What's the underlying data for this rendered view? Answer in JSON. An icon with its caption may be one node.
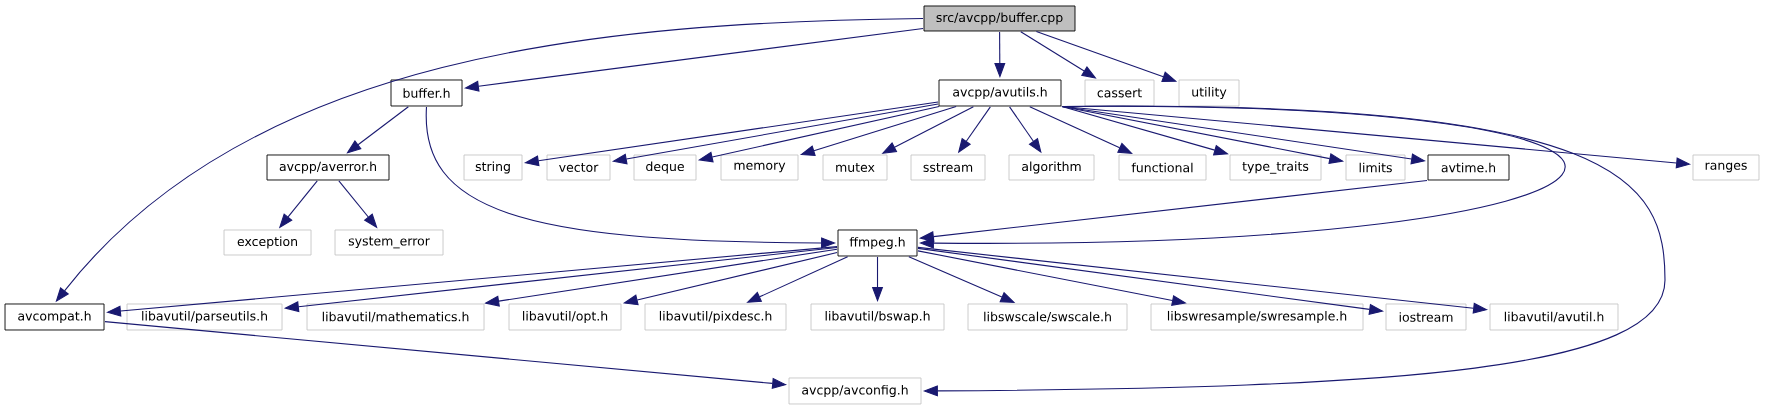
{
  "diagram": {
    "nodes": [
      {
        "text": [
          "src/avcpp/buffer.cpp"
        ]
      },
      {
        "text": [
          "buffer.h"
        ]
      },
      {
        "text": [
          "avcpp/avutils.h"
        ]
      },
      {
        "text": [
          "cassert"
        ]
      },
      {
        "text": [
          "utility"
        ]
      },
      {
        "text": [
          "avcpp/averror.h"
        ]
      },
      {
        "text": [
          "string"
        ]
      },
      {
        "text": [
          "vector"
        ]
      },
      {
        "text": [
          "deque"
        ]
      },
      {
        "text": [
          "memory"
        ]
      },
      {
        "text": [
          "mutex"
        ]
      },
      {
        "text": [
          "sstream"
        ]
      },
      {
        "text": [
          "algorithm"
        ]
      },
      {
        "text": [
          "functional"
        ]
      },
      {
        "text": [
          "type_traits"
        ]
      },
      {
        "text": [
          "limits"
        ]
      },
      {
        "text": [
          "avtime.h"
        ]
      },
      {
        "text": [
          "ranges"
        ]
      },
      {
        "text": [
          "exception"
        ]
      },
      {
        "text": [
          "system_error"
        ]
      },
      {
        "text": [
          "ffmpeg.h"
        ]
      },
      {
        "text": [
          "avcompat.h"
        ]
      },
      {
        "text": [
          "libavutil/parseutils.h"
        ]
      },
      {
        "text": [
          "libavutil/mathematics.h"
        ]
      },
      {
        "text": [
          "libavutil/opt.h"
        ]
      },
      {
        "text": [
          "libavutil/pixdesc.h"
        ]
      },
      {
        "text": [
          "libavutil/bswap.h"
        ]
      },
      {
        "text": [
          "libswscale/swscale.h"
        ]
      },
      {
        "text": [
          "libswresample/swresample.h"
        ]
      },
      {
        "text": [
          "iostream"
        ]
      },
      {
        "text": [
          "libavutil/avutil.h"
        ]
      },
      {
        "text": [
          "avcpp/avconfig.h"
        ]
      }
    ],
    "edges": [
      {
        "from": 0,
        "to": 21,
        "arrow": "to"
      },
      {
        "from": 0,
        "to": 1,
        "arrow": "to"
      },
      {
        "from": 0,
        "to": 2,
        "arrow": "to"
      },
      {
        "from": 0,
        "to": 3,
        "arrow": "to"
      },
      {
        "from": 0,
        "to": 4,
        "arrow": "to"
      },
      {
        "from": 1,
        "to": 5,
        "arrow": "to"
      },
      {
        "from": 1,
        "to": 20,
        "arrow": "to"
      },
      {
        "from": 5,
        "to": 18,
        "arrow": "to"
      },
      {
        "from": 5,
        "to": 19,
        "arrow": "to"
      },
      {
        "from": 2,
        "to": 6,
        "arrow": "to"
      },
      {
        "from": 2,
        "to": 7,
        "arrow": "to"
      },
      {
        "from": 2,
        "to": 8,
        "arrow": "to"
      },
      {
        "from": 2,
        "to": 9,
        "arrow": "to"
      },
      {
        "from": 2,
        "to": 10,
        "arrow": "to"
      },
      {
        "from": 2,
        "to": 11,
        "arrow": "to"
      },
      {
        "from": 2,
        "to": 12,
        "arrow": "to"
      },
      {
        "from": 2,
        "to": 13,
        "arrow": "to"
      },
      {
        "from": 2,
        "to": 14,
        "arrow": "to"
      },
      {
        "from": 2,
        "to": 15,
        "arrow": "to"
      },
      {
        "from": 2,
        "to": 16,
        "arrow": "to"
      },
      {
        "from": 2,
        "to": 20,
        "arrow": "to"
      },
      {
        "from": 2,
        "to": 31,
        "arrow": "to"
      },
      {
        "from": 2,
        "to": 17,
        "arrow": "to"
      },
      {
        "from": 16,
        "to": 20,
        "arrow": "to"
      },
      {
        "from": 20,
        "to": 21,
        "arrow": "to"
      },
      {
        "from": 20,
        "to": 22,
        "arrow": "to"
      },
      {
        "from": 20,
        "to": 23,
        "arrow": "to"
      },
      {
        "from": 20,
        "to": 24,
        "arrow": "to"
      },
      {
        "from": 20,
        "to": 25,
        "arrow": "to"
      },
      {
        "from": 20,
        "to": 26,
        "arrow": "to"
      },
      {
        "from": 20,
        "to": 27,
        "arrow": "to"
      },
      {
        "from": 20,
        "to": 28,
        "arrow": "to"
      },
      {
        "from": 20,
        "to": 29,
        "arrow": "to"
      },
      {
        "from": 20,
        "to": 30,
        "arrow": "to"
      },
      {
        "from": 21,
        "to": 31,
        "arrow": "to"
      }
    ]
  }
}
